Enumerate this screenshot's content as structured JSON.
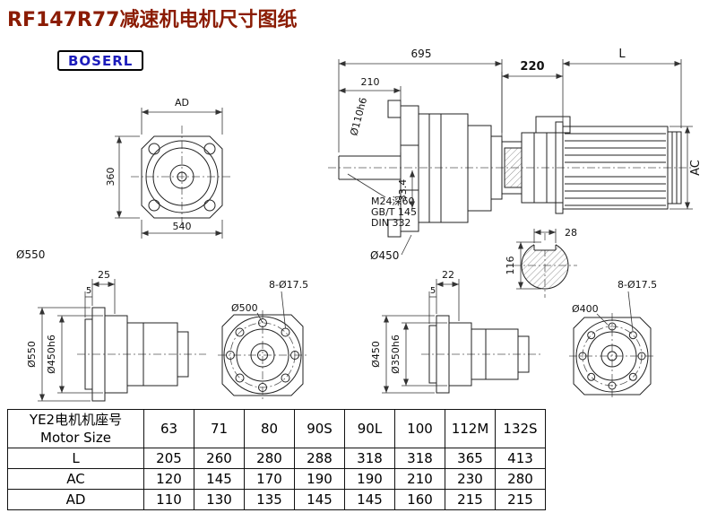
{
  "page": {
    "title": "RF147R77减速机电机尺寸图纸",
    "logo": "BOSERL",
    "colors": {
      "title": "#8b1c04",
      "logo_text": "#1d1dbb",
      "line": "#222222"
    }
  },
  "dims": {
    "front": {
      "ad": "AD",
      "v360": "360",
      "v540": "540",
      "d550": "Ø550"
    },
    "side": {
      "v695": "695",
      "v210": "210",
      "shaft": "Ø110h6",
      "note1": "M24深60",
      "note2": "GB/T 145",
      "note3": "DIN 332",
      "v334": "33.4",
      "d450": "Ø450"
    },
    "motor": {
      "v220": "220",
      "l": "L",
      "ac": "AC",
      "v28": "28",
      "v116": "116"
    },
    "fl1": {
      "v25": "25",
      "v5": "5",
      "d550": "Ø550",
      "d450h6": "Ø450h6",
      "d500": "Ø500",
      "holes": "8-Ø17.5"
    },
    "fl2": {
      "v22": "22",
      "v5": "5",
      "d450": "Ø450",
      "d350h6": "Ø350h6",
      "d400": "Ø400",
      "holes": "8-Ø17.5"
    }
  },
  "table": {
    "header": {
      "line1": "YE2电机机座号",
      "line2": "Motor Size"
    },
    "motor_sizes": [
      "63",
      "71",
      "80",
      "90S",
      "90L",
      "100",
      "112M",
      "132S"
    ],
    "rows": [
      {
        "label": "L",
        "values": [
          "205",
          "260",
          "280",
          "288",
          "318",
          "318",
          "365",
          "413"
        ]
      },
      {
        "label": "AC",
        "values": [
          "120",
          "145",
          "170",
          "190",
          "190",
          "210",
          "230",
          "280"
        ]
      },
      {
        "label": "AD",
        "values": [
          "110",
          "130",
          "135",
          "145",
          "145",
          "160",
          "215",
          "215"
        ]
      }
    ]
  }
}
